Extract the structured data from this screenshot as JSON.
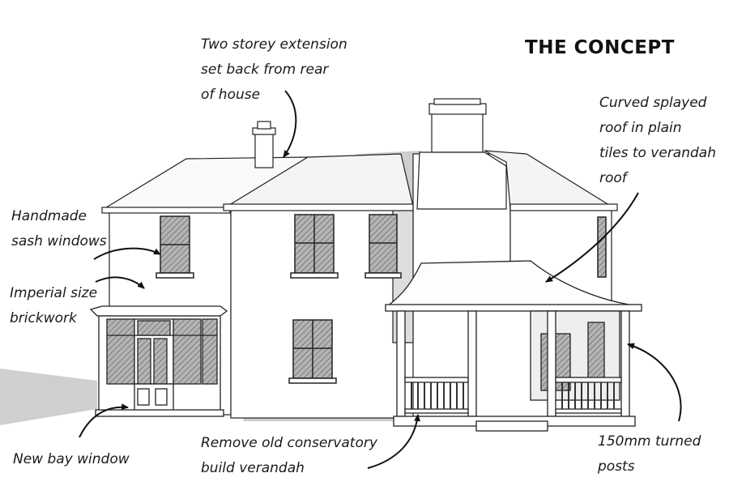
{
  "title": "THE CONCEPT",
  "annotations": {
    "extension": [
      "Two storey extension",
      "set back from rear",
      "of house"
    ],
    "roof": [
      "Curved splayed",
      "roof in plain",
      "tiles to verandah",
      "roof"
    ],
    "sash": [
      "Handmade",
      "sash windows"
    ],
    "brick": [
      "Imperial size",
      "brickwork"
    ],
    "bay": [
      "New bay window"
    ],
    "conservatory": [
      "Remove old conservatory",
      "build verandah"
    ],
    "posts": [
      "150mm turned",
      "posts"
    ]
  },
  "colors": {
    "ink": "#1a1a1a",
    "wall": "#ffffff",
    "shadow": "#c8c8c8",
    "glass": "#8f8f8f"
  }
}
